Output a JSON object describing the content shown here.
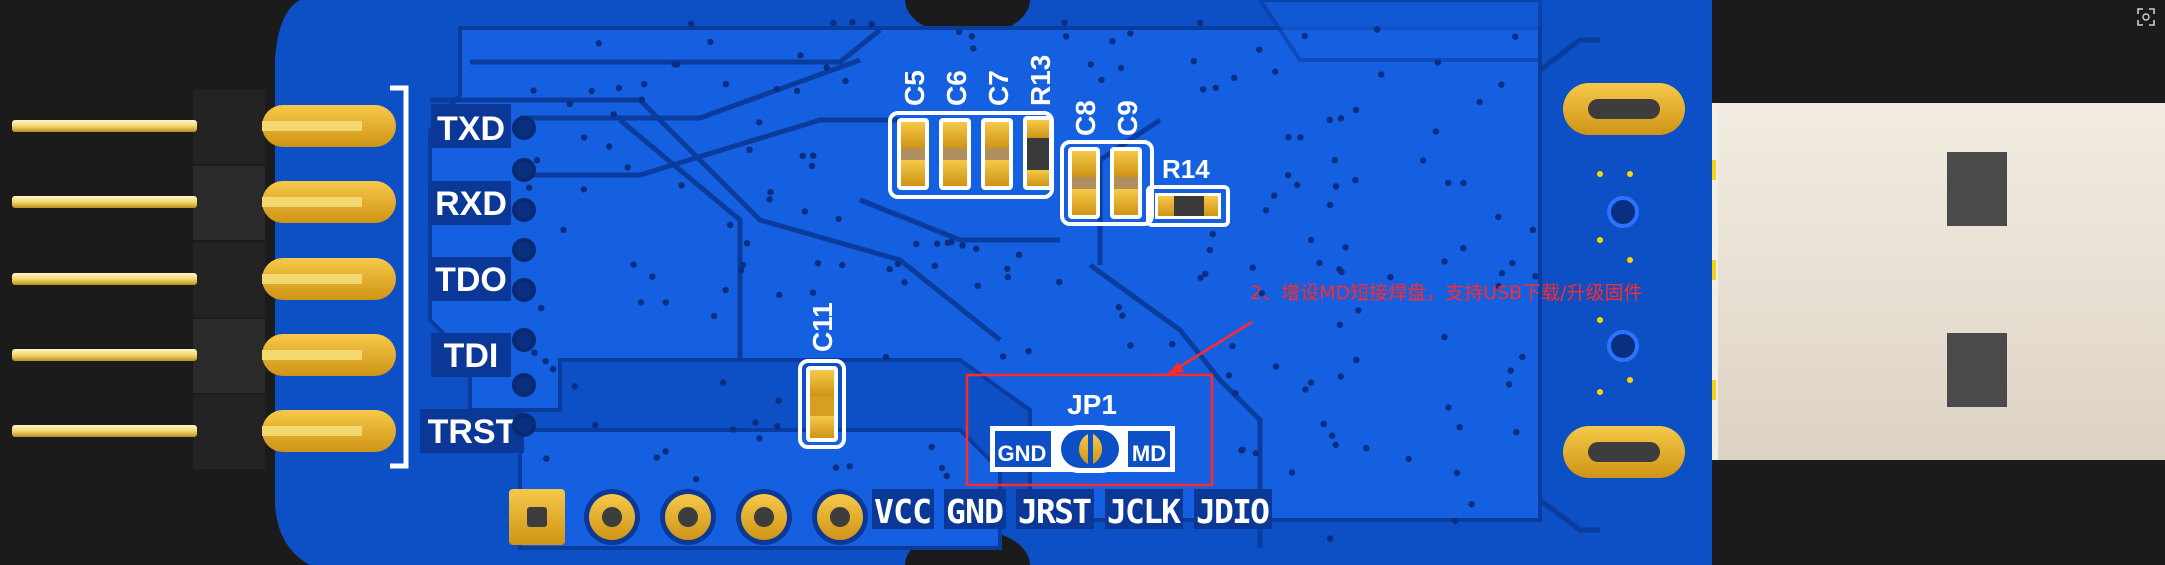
{
  "header_labels": {
    "txd": "TXD",
    "rxd": "RXD",
    "tdo": "TDO",
    "tdi": "TDI",
    "trst": "TRST"
  },
  "bottom_labels": {
    "vcc": "VCC",
    "gnd": "GND",
    "jrst": "JRST",
    "jclk": "JCLK",
    "jdio": "JDIO"
  },
  "components": {
    "c5": "C5",
    "c6": "C6",
    "c7": "C7",
    "r13": "R13",
    "c8": "C8",
    "c9": "C9",
    "r14": "R14",
    "c11": "C11"
  },
  "jumper": {
    "name": "JP1",
    "left_pad": "GND",
    "right_pad": "MD"
  },
  "annotation": {
    "text": "2、增设MD短接焊盘，支持USB下载/升级固件"
  },
  "colors": {
    "board": "#0d4fc4",
    "copper_fill": "#1560e0",
    "gold": "#d9a520",
    "annotation": "#ff2a2a",
    "background": "#1b1b1b"
  },
  "icons": {
    "fullscreen": "fullscreen-icon"
  }
}
